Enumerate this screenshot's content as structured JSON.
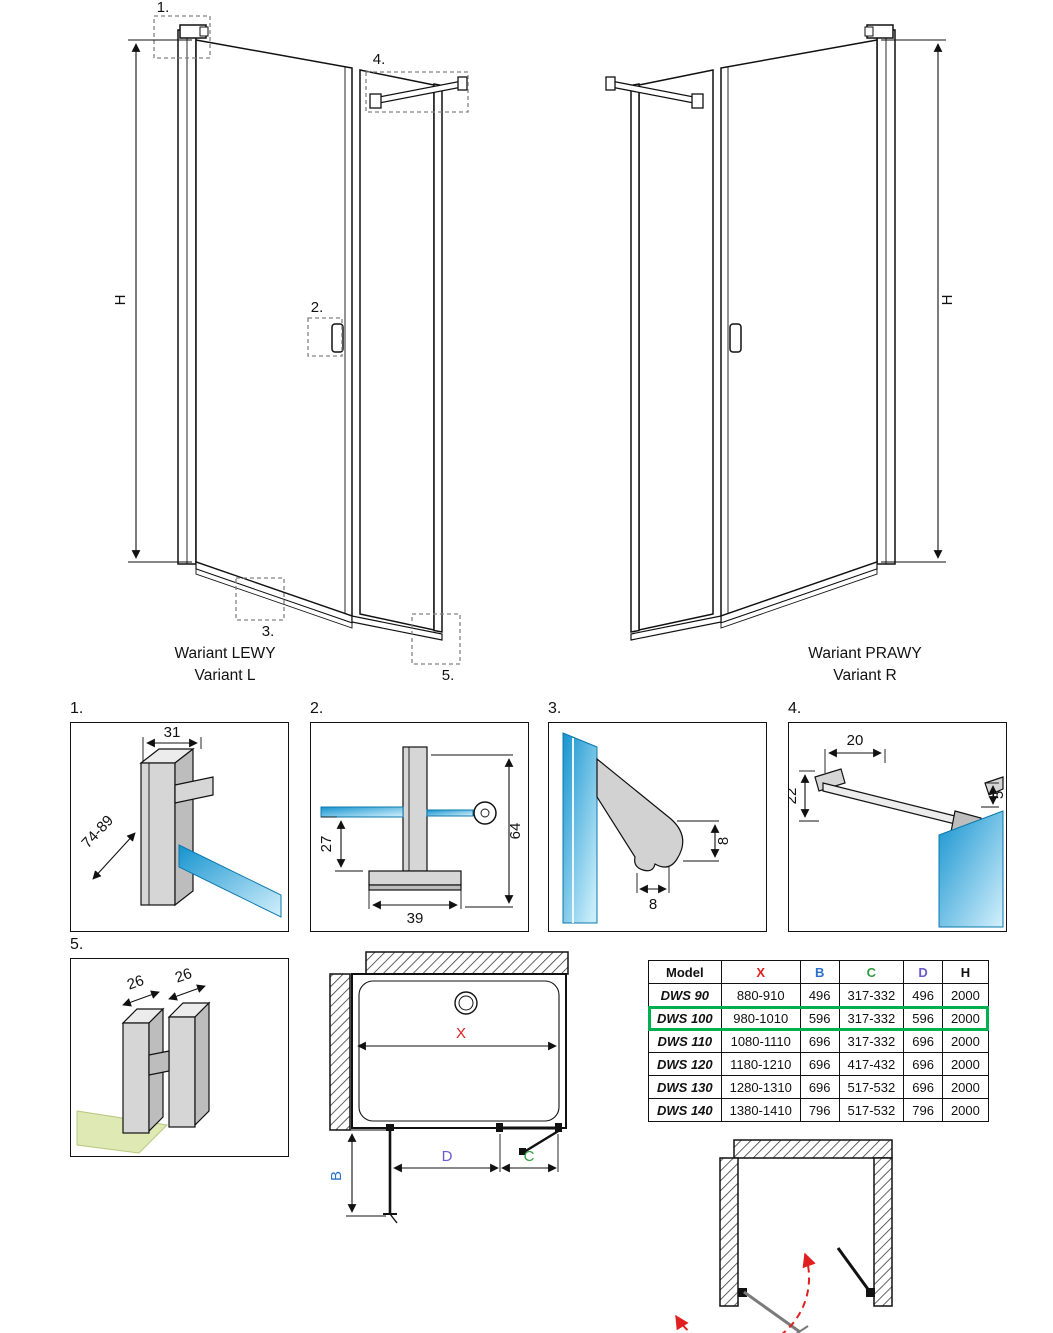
{
  "variant_left": {
    "line1": "Wariant LEWY",
    "line2": "Variant L"
  },
  "variant_right": {
    "line1": "Wariant PRAWY",
    "line2": "Variant R"
  },
  "elevation": {
    "height_label": "H"
  },
  "callouts": {
    "c1": "1.",
    "c2": "2.",
    "c3": "3.",
    "c4": "4.",
    "c5": "5."
  },
  "details": {
    "d1": {
      "label": "1.",
      "dim_width": "31",
      "dim_depth": "74-89"
    },
    "d2": {
      "label": "2.",
      "dim_height": "27",
      "dim_width": "39",
      "dim_total": "64"
    },
    "d3": {
      "label": "3.",
      "dim_w": "8",
      "dim_h": "8"
    },
    "d4": {
      "label": "4.",
      "dim_top": "20",
      "dim_left": "22",
      "dim_right": "5"
    },
    "d5": {
      "label": "5.",
      "dim_left": "26",
      "dim_right": "26"
    }
  },
  "top_view": {
    "dim_x": "X",
    "dim_b": "B",
    "dim_c": "C",
    "dim_d": "D"
  },
  "table": {
    "headers": {
      "model": "Model",
      "x": "X",
      "b": "B",
      "c": "C",
      "d": "D",
      "h": "H"
    },
    "rows": [
      {
        "model": "DWS 90",
        "x": "880-910",
        "b": "496",
        "c": "317-332",
        "d": "496",
        "h": "2000"
      },
      {
        "model": "DWS 100",
        "x": "980-1010",
        "b": "596",
        "c": "317-332",
        "d": "596",
        "h": "2000"
      },
      {
        "model": "DWS 110",
        "x": "1080-1110",
        "b": "696",
        "c": "317-332",
        "d": "696",
        "h": "2000"
      },
      {
        "model": "DWS 120",
        "x": "1180-1210",
        "b": "696",
        "c": "417-432",
        "d": "696",
        "h": "2000"
      },
      {
        "model": "DWS 130",
        "x": "1280-1310",
        "b": "696",
        "c": "517-532",
        "d": "696",
        "h": "2000"
      },
      {
        "model": "DWS 140",
        "x": "1380-1410",
        "b": "796",
        "c": "517-532",
        "d": "796",
        "h": "2000"
      }
    ],
    "highlighted_model": "DWS 100"
  },
  "colors": {
    "dim_x": "#e02020",
    "dim_b": "#2a6fc9",
    "dim_c": "#2f9e41",
    "dim_d": "#6a5acd",
    "highlight": "#00b050",
    "glass": "#1593cf",
    "line": "#111111"
  }
}
